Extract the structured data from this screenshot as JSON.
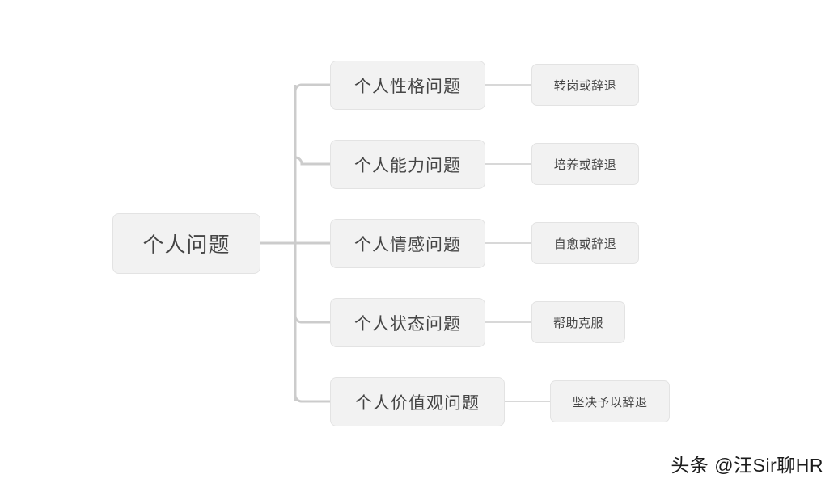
{
  "diagram": {
    "type": "mind-map-tree",
    "background_color": "#ffffff",
    "node_fill": "#f2f2f2",
    "node_border": "#e3e3e3",
    "connector_color": "#cccccc",
    "text_color": "#454545",
    "root": {
      "label": "个人问题"
    },
    "branches": [
      {
        "label": "个人性格问题",
        "outcome": "转岗或辞退"
      },
      {
        "label": "个人能力问题",
        "outcome": "培养或辞退"
      },
      {
        "label": "个人情感问题",
        "outcome": "自愈或辞退"
      },
      {
        "label": "个人状态问题",
        "outcome": "帮助克服"
      },
      {
        "label": "个人价值观问题",
        "outcome": "坚决予以辞退"
      }
    ]
  },
  "watermark": {
    "text": "头条 @汪Sir聊HR"
  }
}
